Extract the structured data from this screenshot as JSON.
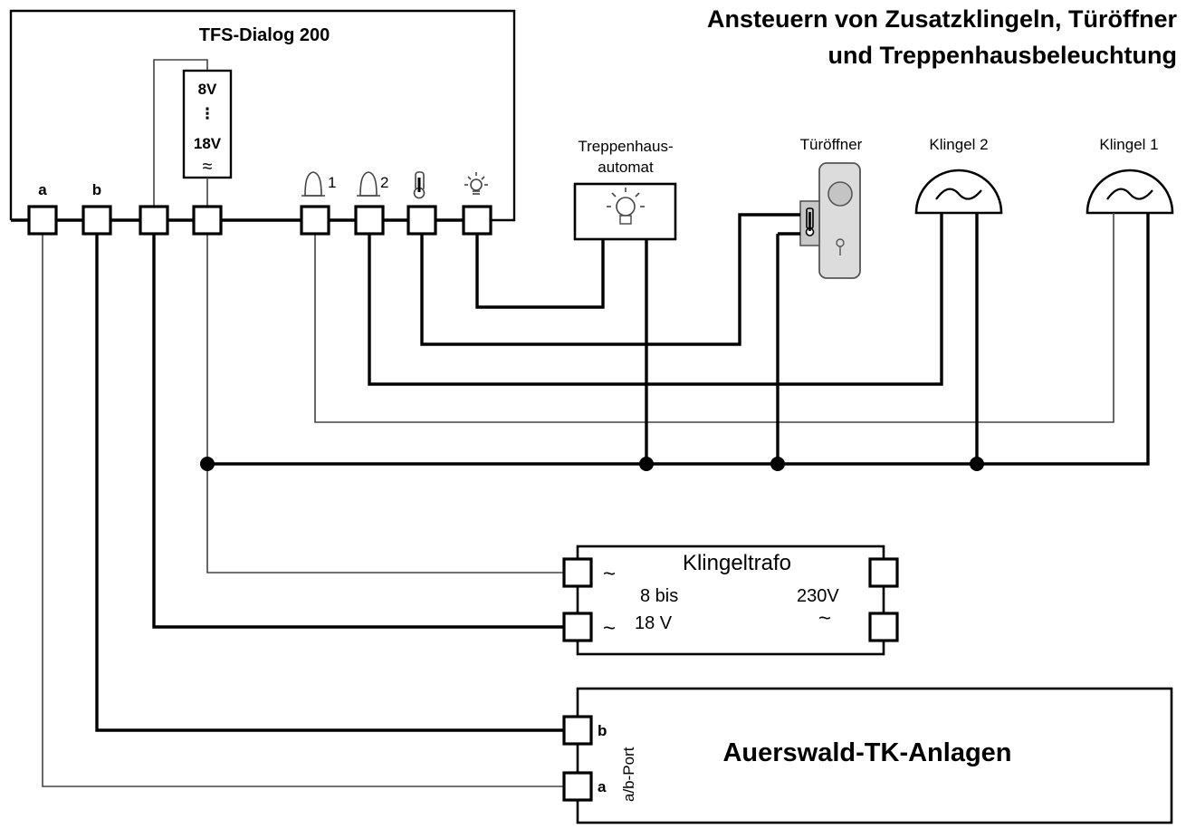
{
  "title": {
    "line1": "Ansteuern von Zusatzklingeln, Türöffner",
    "line2": "und Treppenhausbeleuchtung"
  },
  "device": {
    "name": "TFS-Dialog 200",
    "terminal_a": "a",
    "terminal_b": "b",
    "voltage_min": "8V",
    "voltage_dots": "⋮",
    "voltage_max": "18V",
    "ac_symbol": "≈",
    "bell1_index": "1",
    "bell2_index": "2"
  },
  "staircase": {
    "line1": "Treppenhaus-",
    "line2": "automat"
  },
  "door_opener": {
    "label": "Türöffner"
  },
  "bell2": {
    "label": "Klingel 2"
  },
  "bell1": {
    "label": "Klingel 1"
  },
  "transformer": {
    "name": "Klingeltrafo",
    "sec_line1": "8 bis",
    "sec_line2": "18 V",
    "primary": "230V",
    "ac": "~"
  },
  "pbx": {
    "name": "Auerswald-TK-Anlagen",
    "port": "a/b-Port",
    "terminal_a": "a",
    "terminal_b": "b"
  },
  "colors": {
    "line": "#000000",
    "opener_body": "#dcdcdc",
    "background": "#ffffff"
  }
}
